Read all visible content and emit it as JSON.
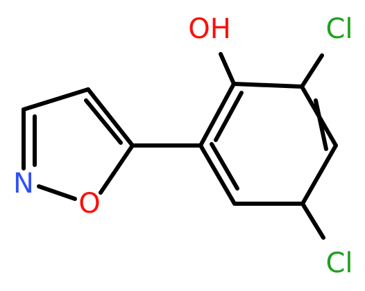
{
  "molecule": {
    "atoms": {
      "oh": {
        "label": "OH",
        "color": "#ff0d0d"
      },
      "cl_top": {
        "label": "Cl",
        "color": "#1fa01f"
      },
      "cl_bottom": {
        "label": "Cl",
        "color": "#1fa01f"
      },
      "n": {
        "label": "N",
        "color": "#3050f8"
      },
      "o_ring": {
        "label": "O",
        "color": "#ff0d0d"
      }
    },
    "bond_color": "#000000"
  }
}
